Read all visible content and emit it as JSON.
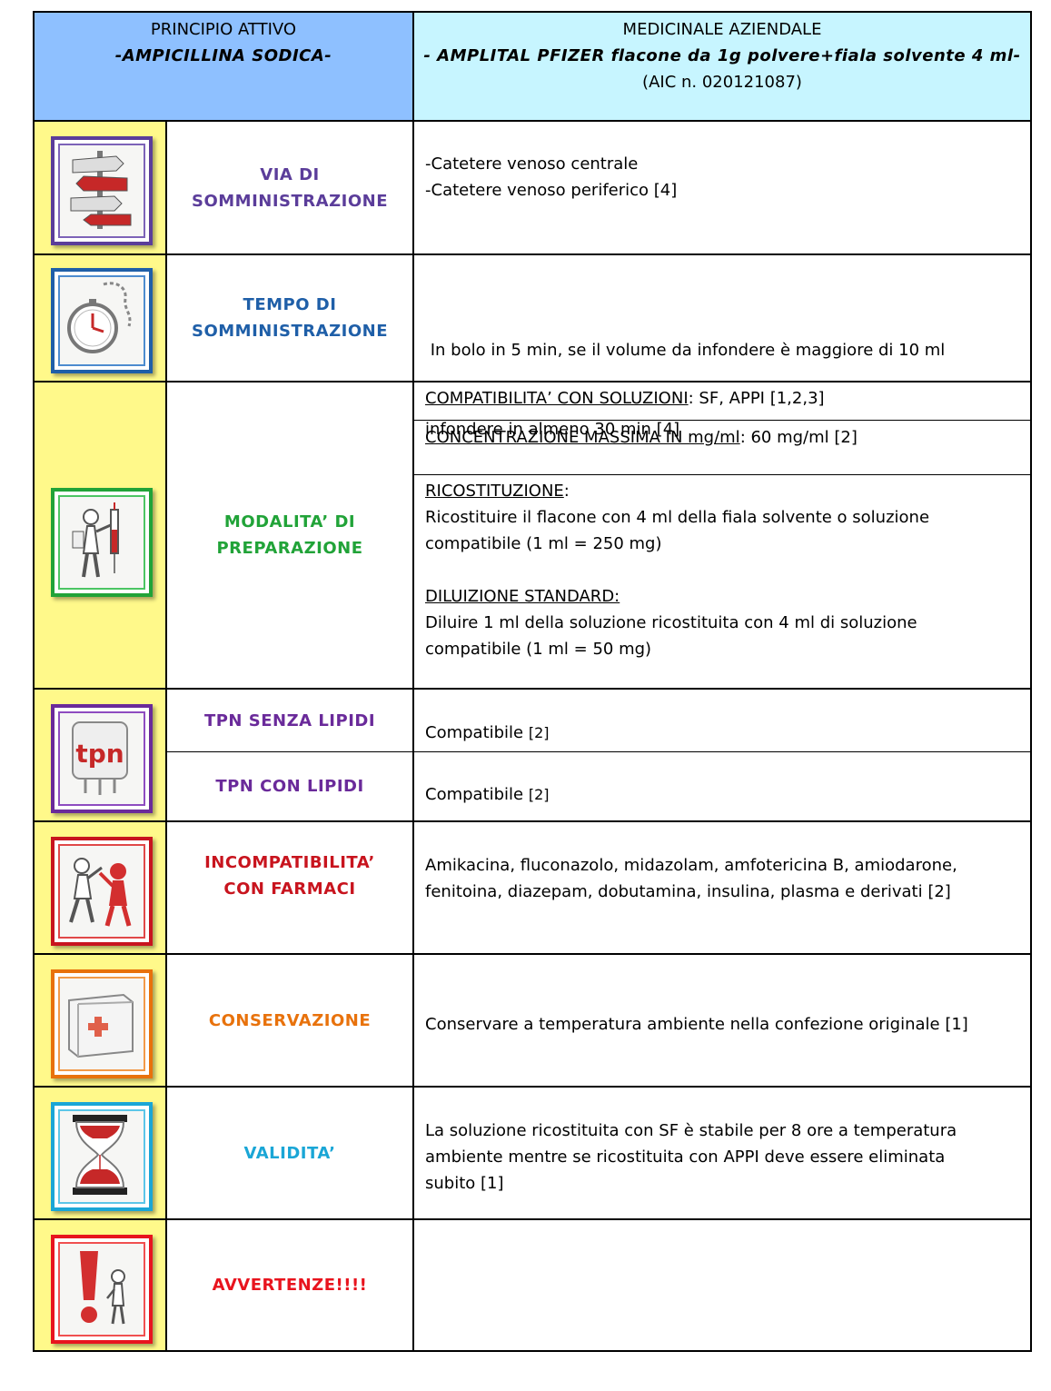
{
  "header": {
    "left_line1": "PRINCIPIO ATTIVO",
    "left_line2": "-AMPICILLINA SODICA-",
    "right_line1": "MEDICINALE AZIENDALE",
    "right_line2": "- AMPLITAL PFIZER flacone da 1g polvere+fiala solvente 4 ml-",
    "right_line3": "(AIC n. 020121087)"
  },
  "rows": {
    "via": {
      "label1": "VIA DI",
      "label2": "SOMMINISTRAZIONE",
      "line1": "-Catetere venoso centrale",
      "line2": "-Catetere venoso periferico [4]",
      "icon": "signpost-icon",
      "color": "#5b3d9a"
    },
    "tempo": {
      "label1": "TEMPO DI",
      "label2": "SOMMINISTRAZIONE",
      "line1": " In bolo in 5 min, se il volume da infondere è maggiore di 10 ml",
      "line2": "infondere in almeno 30 min [4]",
      "icon": "pocket-watch-icon",
      "color": "#1f5fa8"
    },
    "modalita": {
      "label1": "MODALITA’ DI",
      "label2": "PREPARAZIONE",
      "compat_title": "COMPATIBILITA’ CON SOLUZIONI",
      "compat_value": ": SF, APPI [1,2,3]",
      "conc_title": "CONCENTRAZIONE MASSIMA IN mg/ml",
      "conc_value": ": 60 mg/ml [2]",
      "ricost_title": "RICOSTITUZIONE",
      "ricost_colon": ":",
      "ricost_line1": "Ricostituire il flacone con 4 ml della fiala solvente o soluzione",
      "ricost_line2": "compatibile (1 ml = 250 mg)",
      "dil_title": "DILUIZIONE STANDARD:",
      "dil_line1": "Diluire 1 ml della soluzione ricostituita con 4 ml di soluzione",
      "dil_line2": "compatibile (1 ml = 50 mg)",
      "icon": "figure-with-syringe-icon",
      "color": "#21a338"
    },
    "tpn": {
      "label_no_lipids": "TPN SENZA LIPIDI",
      "value_no_lipids": "Compatibile",
      "ref_no_lipids": "[2]",
      "label_lipids": "TPN CON LIPIDI",
      "value_lipids": "Compatibile",
      "ref_lipids": "[2]",
      "icon_text": "tpn",
      "icon": "tpn-bag-icon",
      "color": "#6a2a9a"
    },
    "incompat": {
      "label1": "INCOMPATIBILITA’",
      "label2": "CON FARMACI",
      "line1": "Amikacina, fluconazolo, midazolam, amfotericina B, amiodarone,",
      "line2": "fenitoina, diazepam, dobutamina, insulina, plasma e derivati [2]",
      "icon": "two-figures-conflict-icon",
      "color": "#c8141e"
    },
    "conservazione": {
      "label": "CONSERVAZIONE",
      "line1": "Conservare a temperatura ambiente nella confezione originale [1]",
      "icon": "medicine-cabinet-icon",
      "color": "#e8720c"
    },
    "validita": {
      "label": "VALIDITA’",
      "line1": "La soluzione ricostituita con SF è stabile per 8 ore a temperatura",
      "line2": "ambiente mentre se ricostituita con APPI deve essere eliminata",
      "line3": "subito [1]",
      "icon": "hourglass-icon",
      "color": "#1aa6d6"
    },
    "avvertenze": {
      "label": "AVVERTENZE!!!!",
      "icon": "exclamation-figure-icon",
      "color": "#e8141e"
    }
  }
}
